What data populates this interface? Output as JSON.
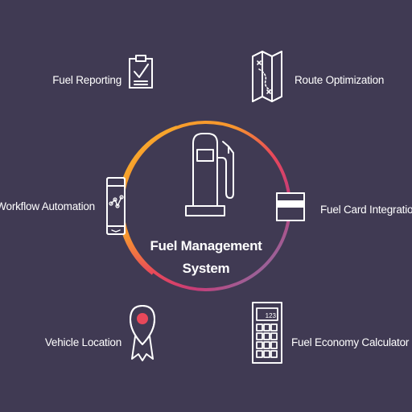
{
  "center": {
    "title_line1": "Fuel Management",
    "title_line2": "System"
  },
  "items": [
    {
      "label": "Fuel Reporting",
      "icon": "clipboard-checklist-icon"
    },
    {
      "label": "Route Optimization",
      "icon": "folded-map-route-icon"
    },
    {
      "label": "Fuel Card Integration",
      "icon": "credit-card-icon"
    },
    {
      "label": "Fuel Economy Calculator",
      "icon": "calculator-icon"
    },
    {
      "label": "Vehicle Location",
      "icon": "map-pin-icon"
    },
    {
      "label": "Workflow Automation",
      "icon": "smartphone-workflow-icon"
    }
  ],
  "calculator_display": "123",
  "colors": {
    "background": "#403a53",
    "ring_gradient": [
      "#f8a62a",
      "#f0784a",
      "#e0405e",
      "#c23a7a",
      "#6e7fb0"
    ],
    "icon_stroke": "#ffffff"
  }
}
